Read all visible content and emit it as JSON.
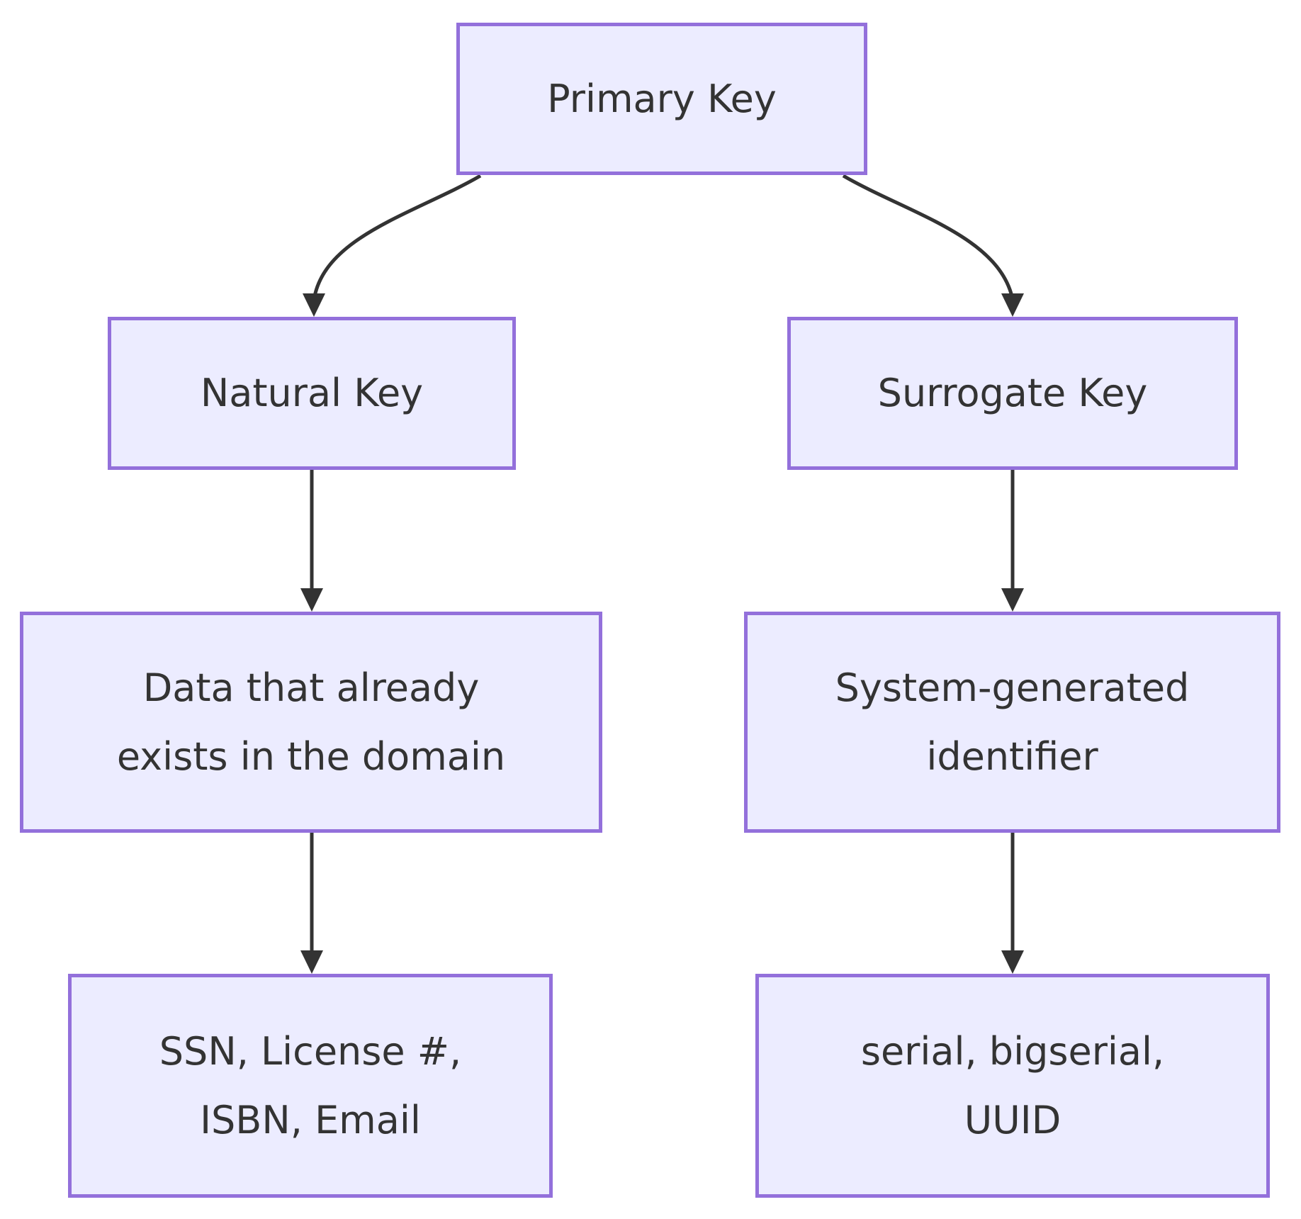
{
  "nodes": {
    "primary": {
      "label": "Primary Key"
    },
    "natural": {
      "label": "Natural Key"
    },
    "surrogate": {
      "label": "Surrogate Key"
    },
    "natural_desc": {
      "line1": "Data that already",
      "line2": "exists in the domain"
    },
    "surrogate_desc": {
      "line1": "System-generated",
      "line2": "identifier"
    },
    "natural_examples": {
      "line1": "SSN, License #,",
      "line2": "ISBN, Email"
    },
    "surrogate_examples": {
      "line1": "serial, bigserial,",
      "line2": "UUID"
    }
  },
  "edges": [
    {
      "from": "Primary Key",
      "to": "Natural Key"
    },
    {
      "from": "Primary Key",
      "to": "Surrogate Key"
    },
    {
      "from": "Natural Key",
      "to": "Data that already exists in the domain"
    },
    {
      "from": "Surrogate Key",
      "to": "System-generated identifier"
    },
    {
      "from": "Data that already exists in the domain",
      "to": "SSN, License #, ISBN, Email"
    },
    {
      "from": "System-generated identifier",
      "to": "serial, bigserial, UUID"
    }
  ],
  "colors": {
    "node_fill": "#ECECFF",
    "node_border": "#9370DB",
    "edge": "#333333",
    "text": "#333333",
    "background": "#FFFFFF"
  }
}
